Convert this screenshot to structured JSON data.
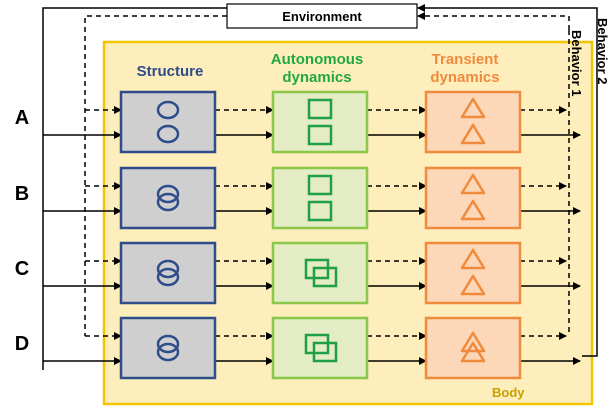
{
  "labels": {
    "environment": "Environment",
    "behavior_1": "Behavior 1",
    "behavior_2": "Behavior 2",
    "body": "Body"
  },
  "columns": {
    "structure": "Structure",
    "autonomous": [
      "Autonomous",
      "dynamics"
    ],
    "transient": [
      "Transient",
      "dynamics"
    ]
  },
  "rows": [
    "A",
    "B",
    "C",
    "D"
  ],
  "colors": {
    "structure_text": "#2f4d8a",
    "structure_fill": "#cfcfcf",
    "structure_stroke": "#2f4d8a",
    "autonomous_text": "#21a845",
    "autonomous_fill": "#e3ecc4",
    "autonomous_stroke": "#8bc84a",
    "autonomous_icon": "#1fa046",
    "transient_text": "#f08a3c",
    "transient_fill": "#fcd8b8",
    "transient_stroke": "#f08a3c",
    "body_fill": "#fdeebc",
    "body_stroke": "#f5c400",
    "body_text": "#c8a000",
    "line": "#000000"
  },
  "icons": {
    "structure": [
      "two-separate-ellipses-icon",
      "overlapping-ellipses-icon",
      "overlapping-ellipses-icon",
      "overlapping-ellipses-icon"
    ],
    "autonomous": [
      "two-separate-squares-icon",
      "two-separate-squares-icon",
      "overlapping-squares-icon",
      "overlapping-squares-icon"
    ],
    "transient": [
      "two-separate-triangles-icon",
      "two-separate-triangles-icon",
      "two-separate-triangles-icon",
      "overlapping-triangles-icon"
    ]
  }
}
